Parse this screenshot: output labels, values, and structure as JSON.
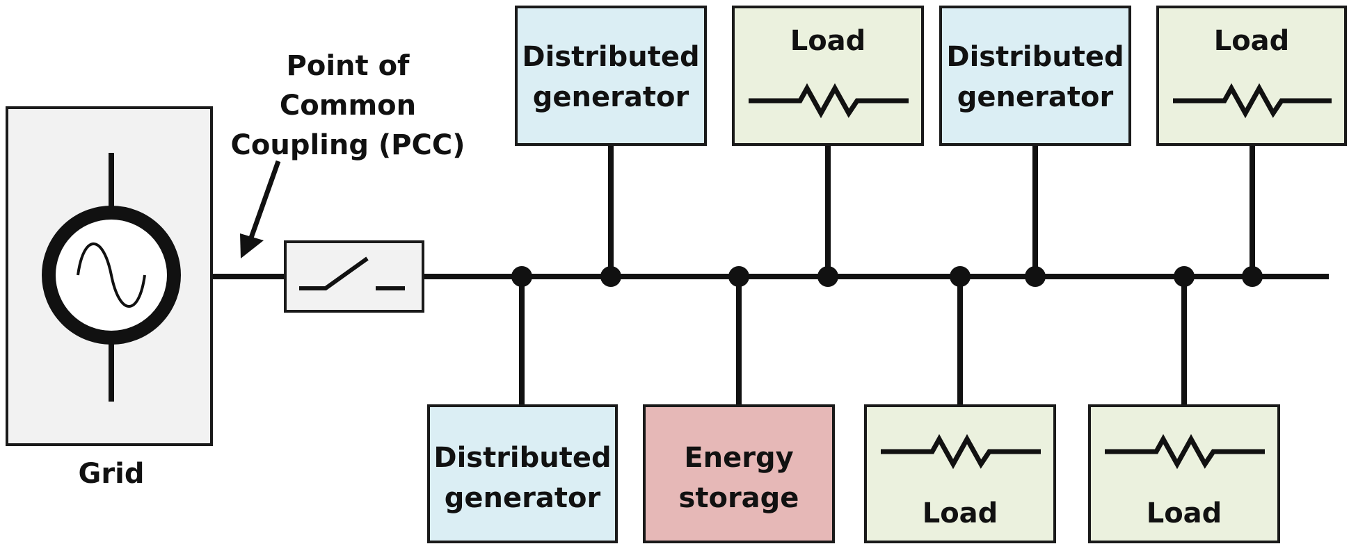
{
  "grid": {
    "label": "Grid"
  },
  "pcc": {
    "lines": [
      "Point of",
      "Common",
      "Coupling (PCC)"
    ]
  },
  "components": [
    {
      "id": "dg-top-1",
      "kind": "generator",
      "lines": [
        "Distributed",
        "generator"
      ]
    },
    {
      "id": "load-top-1",
      "kind": "load",
      "lines": [
        "Load"
      ]
    },
    {
      "id": "dg-top-2",
      "kind": "generator",
      "lines": [
        "Distributed",
        "generator"
      ]
    },
    {
      "id": "load-top-2",
      "kind": "load",
      "lines": [
        "Load"
      ]
    },
    {
      "id": "dg-bottom",
      "kind": "generator",
      "lines": [
        "Distributed",
        "generator"
      ]
    },
    {
      "id": "energy-storage",
      "kind": "storage",
      "lines": [
        "Energy",
        "storage"
      ]
    },
    {
      "id": "load-bottom-1",
      "kind": "load",
      "lines": [
        "Load"
      ]
    },
    {
      "id": "load-bottom-2",
      "kind": "load",
      "lines": [
        "Load"
      ]
    }
  ],
  "colors": {
    "generator": "#dbeef4",
    "load": "#ebf1de",
    "storage": "#e6b8b7",
    "grid": "#f2f2f2",
    "switch": "#f2f2f2",
    "line": "#111111"
  }
}
